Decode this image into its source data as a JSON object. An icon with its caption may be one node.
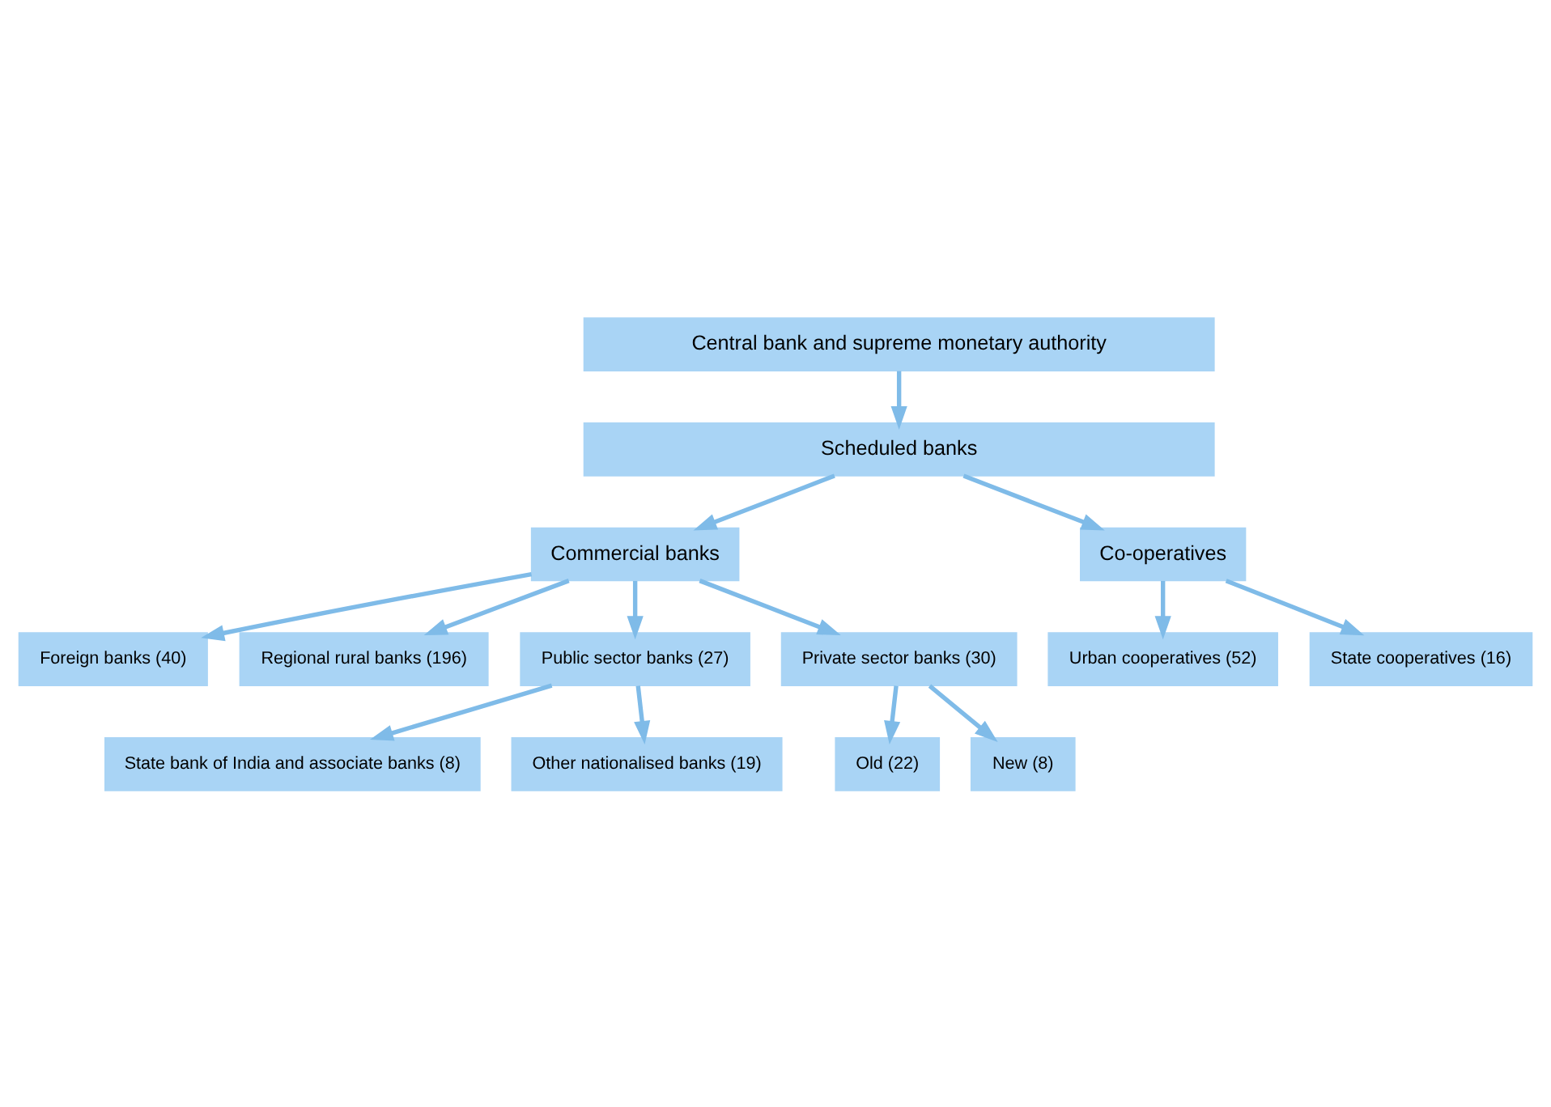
{
  "diagram": {
    "nodes": [
      {
        "text": [
          "Central bank and supreme monetary authority"
        ]
      },
      {
        "text": [
          "Scheduled banks"
        ]
      },
      {
        "text": [
          "Commercial banks"
        ]
      },
      {
        "text": [
          "Co-operatives"
        ]
      },
      {
        "text": [
          "Foreign banks (40)"
        ]
      },
      {
        "text": [
          "Regional rural banks (196)"
        ]
      },
      {
        "text": [
          "Urban cooperatives (52)"
        ]
      },
      {
        "text": [
          "State cooperatives (16)"
        ]
      },
      {
        "text": [
          "Public sector banks (27)"
        ]
      },
      {
        "text": [
          "Private sector banks (30)"
        ]
      },
      {
        "text": [
          "Old (22)"
        ]
      },
      {
        "text": [
          "New (8)"
        ]
      },
      {
        "text": [
          "State bank of India and associate banks (8)"
        ]
      },
      {
        "text": [
          "Other nationalised banks (19)"
        ]
      }
    ],
    "edges": [
      {
        "from": 0,
        "to": 1,
        "arrow": "to"
      },
      {
        "from": 1,
        "to": 2,
        "arrow": "to"
      },
      {
        "from": 1,
        "to": 3,
        "arrow": "to"
      },
      {
        "from": 2,
        "to": 4,
        "arrow": "to"
      },
      {
        "from": 2,
        "to": 5,
        "arrow": "to"
      },
      {
        "from": 3,
        "to": 6,
        "arrow": "to"
      },
      {
        "from": 3,
        "to": 7,
        "arrow": "to"
      },
      {
        "from": 2,
        "to": 8,
        "arrow": "to"
      },
      {
        "from": 2,
        "to": 9,
        "arrow": "to"
      },
      {
        "from": 9,
        "to": 10,
        "arrow": "to"
      },
      {
        "from": 9,
        "to": 11,
        "arrow": "to"
      },
      {
        "from": 8,
        "to": 12,
        "arrow": "to"
      },
      {
        "from": 8,
        "to": 13,
        "arrow": "to"
      }
    ]
  }
}
